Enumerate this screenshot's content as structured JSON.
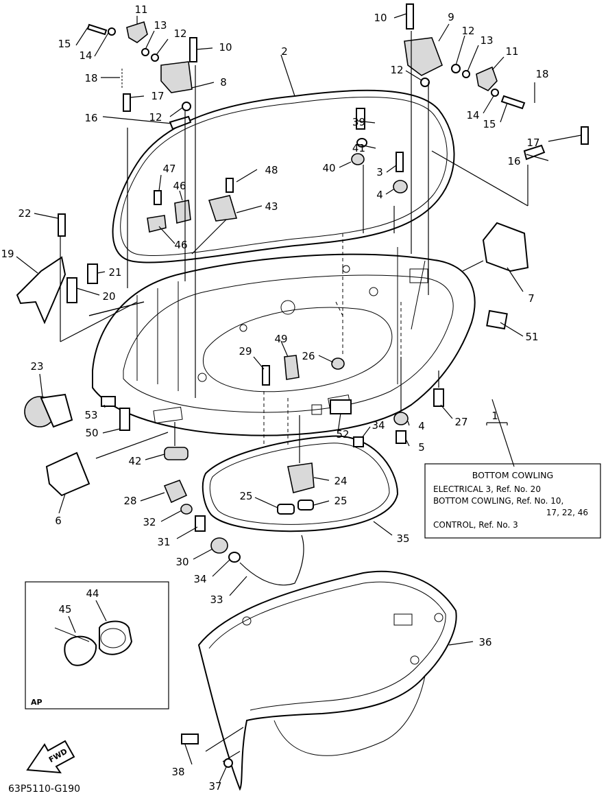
{
  "diagram_code": "63P5110-G190",
  "inset_label": "AP",
  "fwd_label": "FWD",
  "reference_box": {
    "title": "BOTTOM COWLING",
    "lines": [
      "ELECTRICAL 3,  Ref. No. 20",
      "BOTTOM COWLING,  Ref. No. 10,",
      "17, 22, 46",
      "CONTROL,  Ref. No. 3"
    ],
    "part_number": "1"
  },
  "callouts": [
    "1",
    "2",
    "3",
    "4",
    "4",
    "5",
    "6",
    "7",
    "8",
    "9",
    "10",
    "10",
    "11",
    "11",
    "12",
    "12",
    "12",
    "12",
    "13",
    "13",
    "14",
    "14",
    "15",
    "15",
    "16",
    "16",
    "17",
    "17",
    "18",
    "18",
    "19",
    "20",
    "21",
    "22",
    "23",
    "24",
    "25",
    "25",
    "26",
    "27",
    "28",
    "29",
    "30",
    "31",
    "32",
    "33",
    "34",
    "34",
    "35",
    "36",
    "37",
    "38",
    "39",
    "40",
    "41",
    "42",
    "43",
    "44",
    "45",
    "46",
    "46",
    "47",
    "48",
    "49",
    "50",
    "51",
    "52",
    "53"
  ]
}
